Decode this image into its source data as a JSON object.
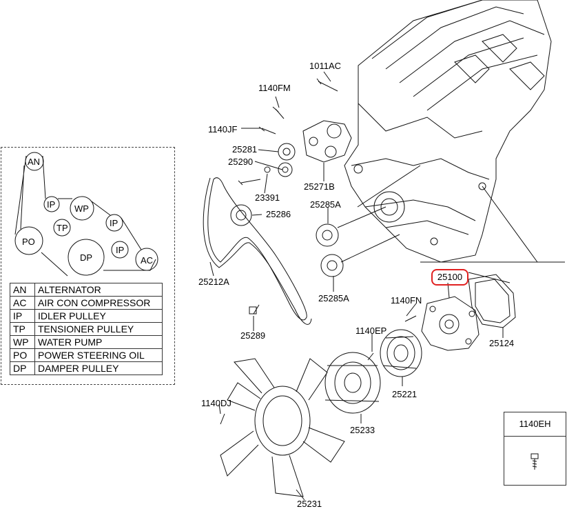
{
  "belt_diagram": {
    "pulleys": [
      "AN",
      "IP",
      "WP",
      "TP",
      "IP",
      "PO",
      "DP",
      "IP",
      "AC"
    ]
  },
  "legend": [
    {
      "abbr": "AN",
      "name": "ALTERNATOR"
    },
    {
      "abbr": "AC",
      "name": "AIR CON COMPRESSOR"
    },
    {
      "abbr": "IP",
      "name": "IDLER PULLEY"
    },
    {
      "abbr": "TP",
      "name": "TENSIONER PULLEY"
    },
    {
      "abbr": "WP",
      "name": "WATER PUMP"
    },
    {
      "abbr": "PO",
      "name": "POWER STEERING OIL"
    },
    {
      "abbr": "DP",
      "name": "DAMPER PULLEY"
    }
  ],
  "parts": {
    "p1011AC": "1011AC",
    "p1140FM": "1140FM",
    "p1140JF": "1140JF",
    "p25281": "25281",
    "p25290": "25290",
    "p23391": "23391",
    "p25271B": "25271B",
    "p25286": "25286",
    "p25285A_1": "25285A",
    "p25285A_2": "25285A",
    "p25212A": "25212A",
    "p25289": "25289",
    "p25100": "25100",
    "p1140FN": "1140FN",
    "p25124": "25124",
    "p1140EP": "1140EP",
    "p25221": "25221",
    "p25233": "25233",
    "p1140DJ": "1140DJ",
    "p25231": "25231"
  },
  "inset": {
    "title": "1140EH"
  },
  "highlight_color": "#e02020"
}
